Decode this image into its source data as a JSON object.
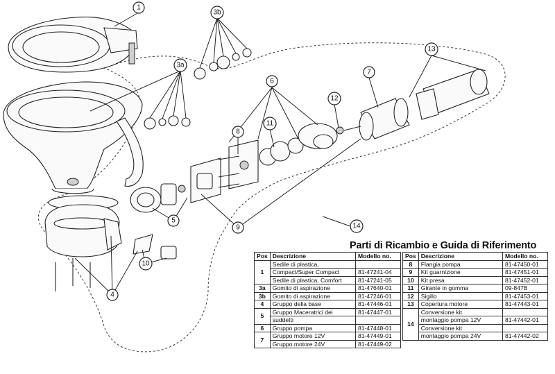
{
  "title": "Parti di Ricambio e Guida di Riferimento",
  "callouts": [
    "1",
    "3b",
    "3a",
    "6",
    "7",
    "13",
    "8",
    "11",
    "12",
    "9",
    "5",
    "14",
    "10",
    "4"
  ],
  "table_headers": {
    "pos": "Pos",
    "desc": "Descrizione",
    "model": "Modello no."
  },
  "left_rows": [
    {
      "pos": "1",
      "lines": [
        {
          "d": "Sedile di plastica,",
          "m": ""
        },
        {
          "d": "Compact/Super Compact",
          "m": "81-47241-04"
        },
        {
          "d": "Sedile di plastica, Comfort",
          "m": "81-47241-05"
        }
      ]
    },
    {
      "pos": "3a",
      "lines": [
        {
          "d": "Gomito di aspirazione",
          "m": "81-47640-01"
        }
      ]
    },
    {
      "pos": "3b",
      "lines": [
        {
          "d": "Gomito di aspirazione",
          "m": "81-47246-01"
        }
      ]
    },
    {
      "pos": "4",
      "lines": [
        {
          "d": "Gruppo della base",
          "m": "81-47446-01"
        }
      ]
    },
    {
      "pos": "5",
      "lines": [
        {
          "d": "Gruppo Maceratrici dei",
          "m": "81-47447-01"
        },
        {
          "d": "suddetti",
          "m": ""
        }
      ]
    },
    {
      "pos": "6",
      "lines": [
        {
          "d": "Gruppo pompa",
          "m": "81-47448-01"
        }
      ]
    },
    {
      "pos": "7",
      "lines": [
        {
          "d": "Gruppo motore 12V",
          "m": "81-47449-01"
        },
        {
          "d": "Gruppo motore 24V",
          "m": "81-47449-02"
        }
      ]
    }
  ],
  "right_rows": [
    {
      "pos": "8",
      "lines": [
        {
          "d": "Flangia pompa",
          "m": "81-47450-01"
        }
      ]
    },
    {
      "pos": "9",
      "lines": [
        {
          "d": "Kit guarnizione",
          "m": "81-47451-01"
        }
      ]
    },
    {
      "pos": "10",
      "lines": [
        {
          "d": "Kit presa",
          "m": "81-47452-01"
        }
      ]
    },
    {
      "pos": "11",
      "lines": [
        {
          "d": "Girante in gomma",
          "m": "09-847B"
        }
      ]
    },
    {
      "pos": "12",
      "lines": [
        {
          "d": "Sigillo",
          "m": "81-47453-01"
        }
      ]
    },
    {
      "pos": "13",
      "lines": [
        {
          "d": "Copertura motore",
          "m": "81-47443-01"
        }
      ]
    },
    {
      "pos": "14",
      "lines": [
        {
          "d": "Conversione kit",
          "m": ""
        },
        {
          "d": "montaggio pompa 12V",
          "m": "81-47442-01"
        },
        {
          "d": "Conversione kit",
          "m": ""
        },
        {
          "d": "montaggio pompa 24V",
          "m": "81-47442-02"
        }
      ]
    }
  ]
}
